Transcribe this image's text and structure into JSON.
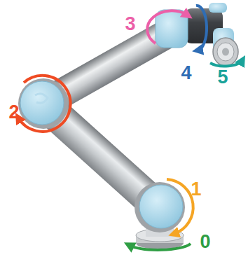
{
  "diagram": {
    "labels": [
      "0",
      "1",
      "2",
      "3",
      "4",
      "5"
    ]
  }
}
